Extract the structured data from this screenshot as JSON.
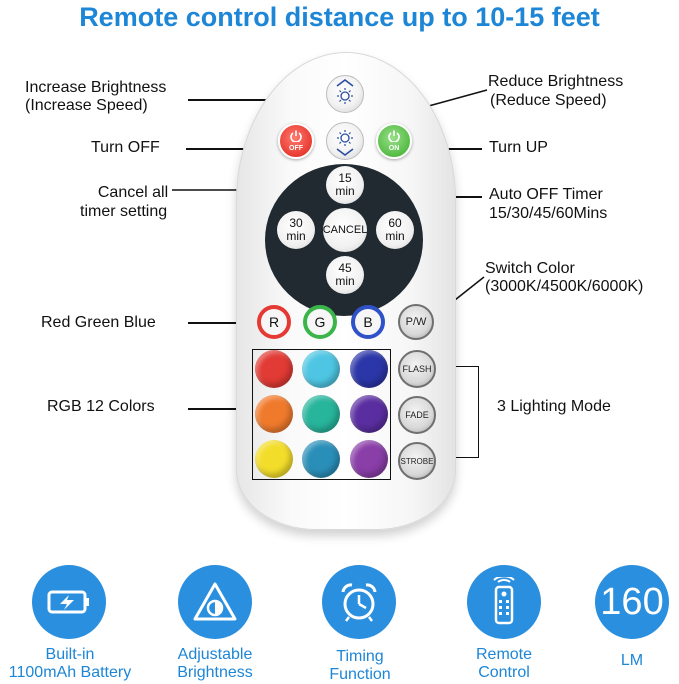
{
  "title": "Remote control distance up to 10-15 feet",
  "labels": {
    "increase_brightness": "Increase Brightness",
    "increase_speed": "(Increase Speed)",
    "reduce_brightness": "Reduce Brightness",
    "reduce_speed": "(Reduce Speed)",
    "turn_off": "Turn OFF",
    "turn_up": "Turn UP",
    "cancel_all_1": "Cancel all",
    "cancel_all_2": "timer setting",
    "auto_off_1": "Auto OFF Timer",
    "auto_off_2": "15/30/45/60Mins",
    "switch_color_1": "Switch Color",
    "switch_color_2": "(3000K/4500K/6000K)",
    "red_green_blue": "Red Green Blue",
    "rgb_12_colors": "RGB 12 Colors",
    "lighting_mode": "3 Lighting Mode"
  },
  "remote": {
    "off_label": "OFF",
    "on_label": "ON",
    "timer_15": [
      "15",
      "min"
    ],
    "timer_30": [
      "30",
      "min"
    ],
    "timer_45": [
      "45",
      "min"
    ],
    "timer_60": [
      "60",
      "min"
    ],
    "cancel": "CANCEL",
    "r": "R",
    "g": "G",
    "b": "B",
    "pw": "P/W",
    "flash": "FLASH",
    "fade": "FADE",
    "strobe": "STROBE",
    "colors": [
      "#e23a34",
      "#4ec6e3",
      "#2b36a8",
      "#f07a2c",
      "#27b59c",
      "#5a2ea0",
      "#f3dd2b",
      "#2a8fb8",
      "#8a3ea8"
    ]
  },
  "features": [
    {
      "icon": "battery-icon",
      "line1": "Built-in",
      "line2": "1100mAh Battery"
    },
    {
      "icon": "brightness-icon",
      "line1": "Adjustable",
      "line2": "Brightness"
    },
    {
      "icon": "alarm-clock-icon",
      "line1": "Timing",
      "line2": "Function"
    },
    {
      "icon": "remote-icon",
      "line1": "Remote",
      "line2": "Control"
    },
    {
      "icon": "lumen-icon",
      "value": "160",
      "line1": "LM"
    }
  ],
  "accent_color": "#1d86d6"
}
